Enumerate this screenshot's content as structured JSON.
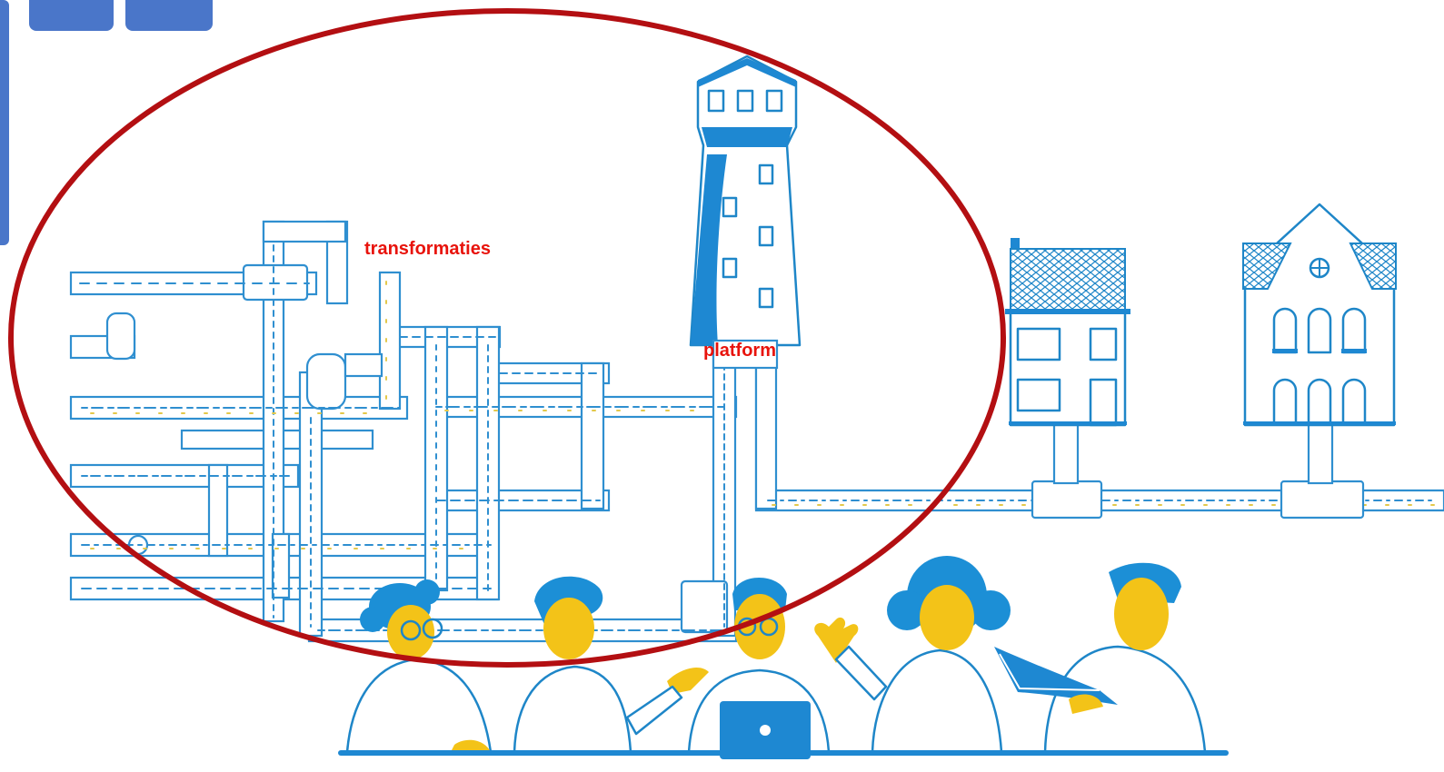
{
  "labels": {
    "transformaties": "transformaties",
    "platform": "platform"
  },
  "colors": {
    "highlight_ellipse": "#b30f12",
    "label_text": "#e8130c",
    "line_blue": "#1e88d2",
    "skin_yellow": "#f3c318",
    "slide_tab_blue": "#4a76c9"
  },
  "icons": [
    "pipe-network",
    "water-tower",
    "row-house",
    "gabled-house",
    "people-group",
    "laptop-icon",
    "book-icon"
  ]
}
